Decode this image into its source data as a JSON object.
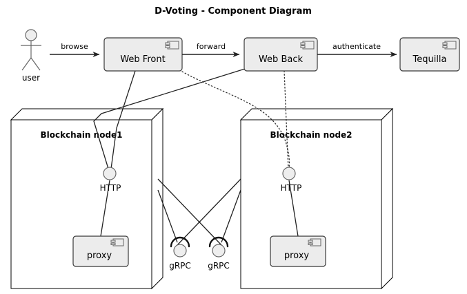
{
  "diagram": {
    "title": "D-Voting - Component Diagram",
    "type": "uml-component-diagram",
    "colors": {
      "component_fill": "#ECECEC",
      "component_stroke": "#383838",
      "node_fill": "#FFFFFF",
      "node_stroke": "#000000",
      "line": "#222222",
      "interface_fill": "#EEEEEE",
      "interface_stroke": "#666666",
      "text": "#000000",
      "background": "#FFFFFF"
    }
  },
  "actors": [
    {
      "id": "user",
      "label": "user",
      "icon": "actor-stick-figure"
    }
  ],
  "components": [
    {
      "id": "web-front",
      "label": "Web Front",
      "icon": "uml-component-icon"
    },
    {
      "id": "web-back",
      "label": "Web Back",
      "icon": "uml-component-icon"
    },
    {
      "id": "tequilla",
      "label": "Tequilla",
      "icon": "uml-component-icon"
    },
    {
      "id": "proxy-node1",
      "label": "proxy",
      "icon": "uml-component-icon"
    },
    {
      "id": "proxy-node2",
      "label": "proxy",
      "icon": "uml-component-icon"
    }
  ],
  "nodes": [
    {
      "id": "blockchain-node1",
      "label": "Blockchain node1",
      "icon": "uml-node-box-3d"
    },
    {
      "id": "blockchain-node2",
      "label": "Blockchain node2",
      "icon": "uml-node-box-3d"
    }
  ],
  "interfaces": [
    {
      "id": "http-node1",
      "label": "HTTP",
      "icon": "provided-interface-ball"
    },
    {
      "id": "http-node2",
      "label": "HTTP",
      "icon": "provided-interface-ball"
    },
    {
      "id": "grpc-left",
      "label": "gRPC",
      "icon": "assembly-connector-ball-and-socket"
    },
    {
      "id": "grpc-right",
      "label": "gRPC",
      "icon": "assembly-connector-ball-and-socket"
    }
  ],
  "edges": [
    {
      "id": "user-to-web-front",
      "label": "browse",
      "style": "solid-arrow"
    },
    {
      "id": "web-front-to-web-back",
      "label": "forward",
      "style": "solid-arrow"
    },
    {
      "id": "web-back-to-tequilla",
      "label": "authenticate",
      "style": "solid-arrow"
    },
    {
      "id": "web-front-to-http-node1",
      "label": "",
      "style": "solid"
    },
    {
      "id": "web-back-to-http-node1",
      "label": "",
      "style": "solid"
    },
    {
      "id": "web-front-to-http-node2",
      "label": "",
      "style": "dotted"
    },
    {
      "id": "web-back-to-http-node2",
      "label": "",
      "style": "dotted"
    },
    {
      "id": "node1-to-grpc-right",
      "label": "",
      "style": "solid"
    },
    {
      "id": "node2-to-grpc-left",
      "label": "",
      "style": "solid"
    },
    {
      "id": "grpc-left-to-node1",
      "label": "",
      "style": "solid"
    },
    {
      "id": "grpc-right-to-node2",
      "label": "",
      "style": "solid"
    }
  ]
}
